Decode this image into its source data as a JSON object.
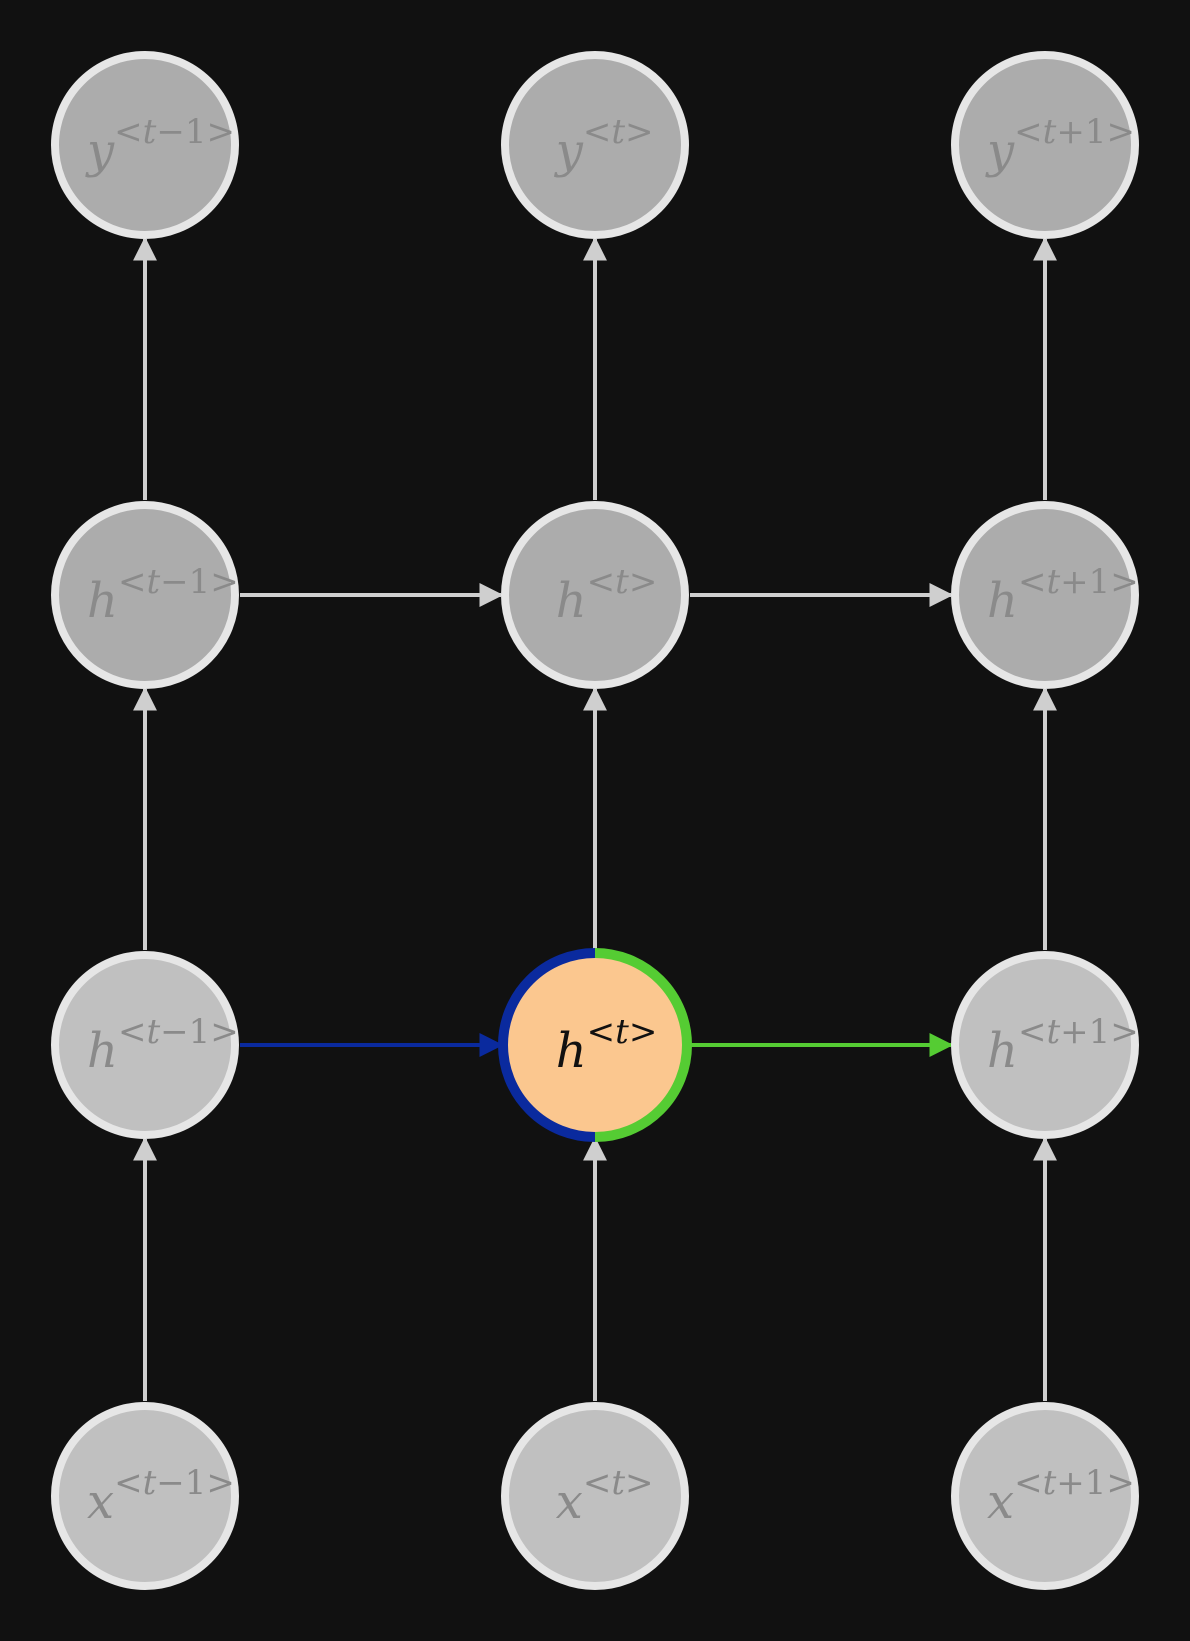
{
  "colors": {
    "background": "#111111",
    "node_fill_dark": "#acacac",
    "node_fill_light": "#c0c0c0",
    "node_stroke": "#e6e6e6",
    "node_text": "#8a8a8a",
    "edge": "#cfcfcf",
    "active_fill": "#fbc78f",
    "active_text": "#111111",
    "incoming_blue": "#0a2a9e",
    "outgoing_green": "#55cc33"
  },
  "nodes": [
    {
      "id": "y_prev",
      "var": "y",
      "sup_pre": "<",
      "sup_t": "t",
      "sup_post": "−1>",
      "style": "dark"
    },
    {
      "id": "y_cur",
      "var": "y",
      "sup_pre": "<",
      "sup_t": "t",
      "sup_post": ">",
      "style": "dark"
    },
    {
      "id": "y_next",
      "var": "y",
      "sup_pre": "<",
      "sup_t": "t",
      "sup_post": "+1>",
      "style": "dark"
    },
    {
      "id": "h2_prev",
      "var": "h",
      "sup_pre": "<",
      "sup_t": "t",
      "sup_post": "−1>",
      "style": "dark"
    },
    {
      "id": "h2_cur",
      "var": "h",
      "sup_pre": "<",
      "sup_t": "t",
      "sup_post": ">",
      "style": "dark"
    },
    {
      "id": "h2_next",
      "var": "h",
      "sup_pre": "<",
      "sup_t": "t",
      "sup_post": "+1>",
      "style": "dark"
    },
    {
      "id": "h1_prev",
      "var": "h",
      "sup_pre": "<",
      "sup_t": "t",
      "sup_post": "−1>",
      "style": "light"
    },
    {
      "id": "h1_cur",
      "var": "h",
      "sup_pre": "<",
      "sup_t": "t",
      "sup_post": ">",
      "style": "active"
    },
    {
      "id": "h1_next",
      "var": "h",
      "sup_pre": "<",
      "sup_t": "t",
      "sup_post": "+1>",
      "style": "light"
    },
    {
      "id": "x_prev",
      "var": "x",
      "sup_pre": "<",
      "sup_t": "t",
      "sup_post": "−1>",
      "style": "light"
    },
    {
      "id": "x_cur",
      "var": "x",
      "sup_pre": "<",
      "sup_t": "t",
      "sup_post": ">",
      "style": "light"
    },
    {
      "id": "x_next",
      "var": "x",
      "sup_pre": "<",
      "sup_t": "t",
      "sup_post": "+1>",
      "style": "light"
    }
  ],
  "edges": [
    {
      "from": "x_prev",
      "to": "h1_prev",
      "color": "edge"
    },
    {
      "from": "x_cur",
      "to": "h1_cur",
      "color": "edge"
    },
    {
      "from": "x_next",
      "to": "h1_next",
      "color": "edge"
    },
    {
      "from": "h1_prev",
      "to": "h2_prev",
      "color": "edge"
    },
    {
      "from": "h1_cur",
      "to": "h2_cur",
      "color": "edge"
    },
    {
      "from": "h1_next",
      "to": "h2_next",
      "color": "edge"
    },
    {
      "from": "h2_prev",
      "to": "y_prev",
      "color": "edge"
    },
    {
      "from": "h2_cur",
      "to": "y_cur",
      "color": "edge"
    },
    {
      "from": "h2_next",
      "to": "y_next",
      "color": "edge"
    },
    {
      "from": "h2_prev",
      "to": "h2_cur",
      "color": "edge"
    },
    {
      "from": "h2_cur",
      "to": "h2_next",
      "color": "edge"
    },
    {
      "from": "h1_prev",
      "to": "h1_cur",
      "color": "incoming_blue"
    },
    {
      "from": "h1_cur",
      "to": "h1_next",
      "color": "outgoing_green"
    }
  ]
}
